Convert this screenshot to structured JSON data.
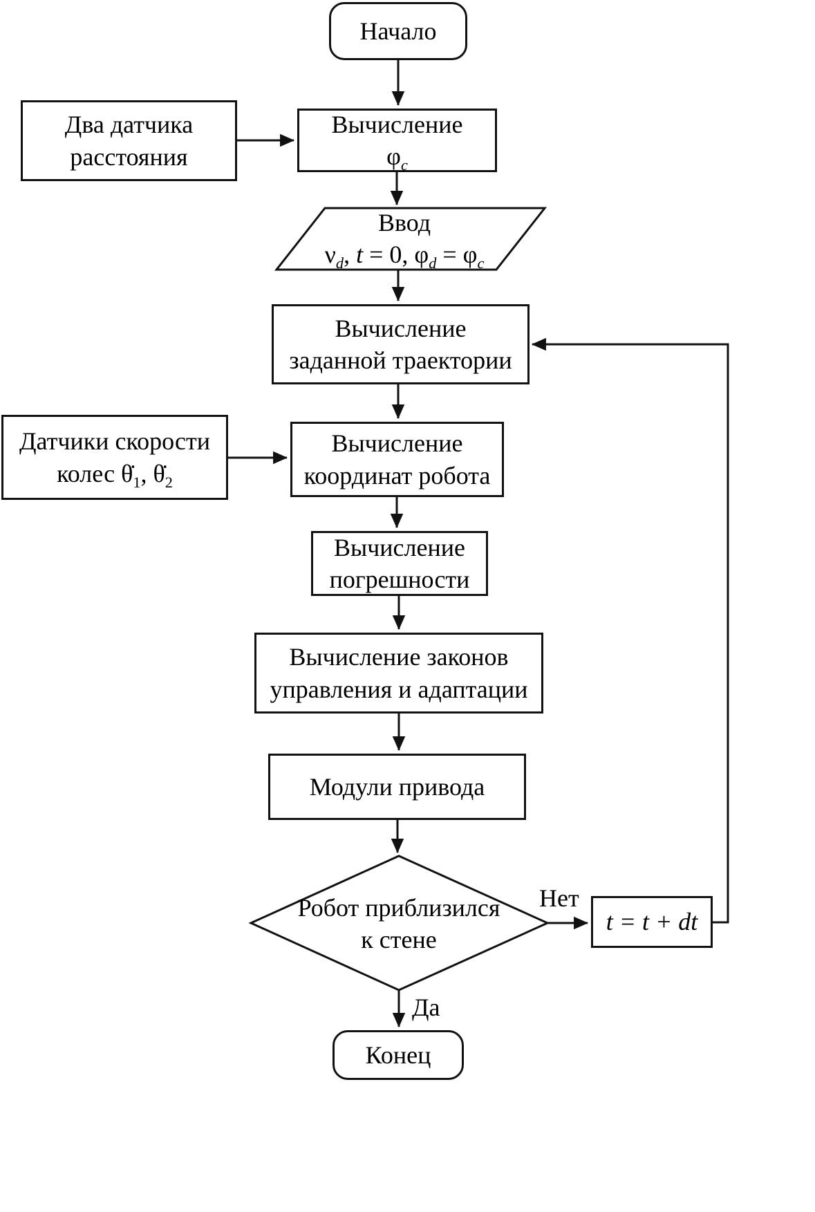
{
  "diagram": {
    "background": "#ffffff",
    "stroke_color": "#111111",
    "nodes": {
      "start": {
        "label": "Начало"
      },
      "distance_sensors": {
        "line1": "Два датчика",
        "line2": "расстояния"
      },
      "compute_phi": {
        "line1": "Вычисление",
        "phi": "φ",
        "phi_sub": "c"
      },
      "input": {
        "line1": "Ввод",
        "nu": "ν",
        "nu_sub": "d",
        "seg_comma": ", ",
        "t": "t",
        "seg_eq0": " = 0, ",
        "phi1": "φ",
        "phi1_sub": "d",
        "seg_eq": " = ",
        "phi2": "φ",
        "phi2_sub": "c"
      },
      "trajectory": {
        "line1": "Вычисление",
        "line2": "заданной траектории"
      },
      "wheel_sensors": {
        "line1": "Датчики скорости",
        "prefix": "колес ",
        "theta1": "θ̇",
        "theta1_sub": "1",
        "seg_comma": ", ",
        "theta2": "θ̇",
        "theta2_sub": "2"
      },
      "coordinates": {
        "line1": "Вычисление",
        "line2": "координат робота"
      },
      "error": {
        "line1": "Вычисление",
        "line2": "погрешности"
      },
      "control": {
        "line1": "Вычисление законов",
        "line2": "управления и адаптации"
      },
      "drive": {
        "label": "Модули привода"
      },
      "decision": {
        "line1": "Робот приблизился",
        "line2": "к стене"
      },
      "increment": {
        "label": "t = t + dt"
      },
      "end": {
        "label": "Конец"
      }
    },
    "edge_labels": {
      "no": "Нет",
      "yes": "Да"
    },
    "edges": [
      {
        "from": "start",
        "to": "compute_phi"
      },
      {
        "from": "distance_sensors",
        "to": "compute_phi"
      },
      {
        "from": "compute_phi",
        "to": "input"
      },
      {
        "from": "input",
        "to": "trajectory"
      },
      {
        "from": "trajectory",
        "to": "coordinates"
      },
      {
        "from": "wheel_sensors",
        "to": "coordinates"
      },
      {
        "from": "coordinates",
        "to": "error"
      },
      {
        "from": "error",
        "to": "control"
      },
      {
        "from": "control",
        "to": "drive"
      },
      {
        "from": "drive",
        "to": "decision"
      },
      {
        "from": "decision",
        "to": "increment",
        "label": "Нет"
      },
      {
        "from": "increment",
        "to": "trajectory"
      },
      {
        "from": "decision",
        "to": "end",
        "label": "Да"
      }
    ]
  }
}
